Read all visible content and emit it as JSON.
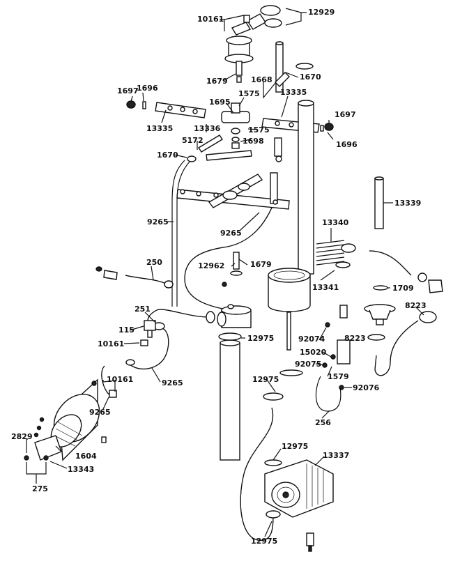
{
  "labels": {
    "p10161_top": "10161",
    "p12929": "12929",
    "p1679_top": "1679",
    "p1575_a": "1575",
    "p1668": "1668",
    "p1670_right": "1670",
    "p13335_right": "13335",
    "p1697_left": "1697",
    "p1696_left": "1696",
    "p13335_left": "13335",
    "p1695": "1695",
    "p13336": "13336",
    "p1575_b": "1575",
    "p1698": "1698",
    "p1697_right": "1697",
    "p1696_right": "1696",
    "p5172": "5172",
    "p1670_left": "1670",
    "p13339": "13339",
    "p9265_a": "9265",
    "p9265_b": "9265",
    "p13340": "13340",
    "p250": "250",
    "p12962": "12962",
    "p1679_mid": "1679",
    "p13341": "13341",
    "p1709": "1709",
    "p251": "251",
    "p8223_a": "8223",
    "p115": "115",
    "p12975_a": "12975",
    "p92074": "92074",
    "p8223_b": "8223",
    "p10161_mid": "10161",
    "p15020": "15020",
    "p92075": "92075",
    "p1579": "1579",
    "p9265_c": "9265",
    "p10161_low": "10161",
    "p12975_b": "12975",
    "p92076": "92076",
    "p9265_d": "9265",
    "p256": "256",
    "p2829": "2829",
    "p1604": "1604",
    "p12975_c": "12975",
    "p13337": "13337",
    "p13343": "13343",
    "p275": "275",
    "p12975_d": "12975"
  }
}
